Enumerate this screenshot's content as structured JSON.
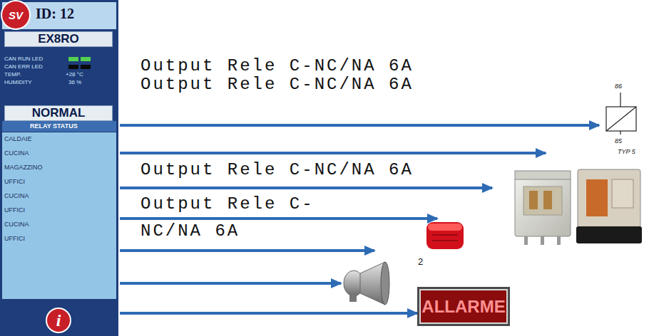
{
  "diagram": {
    "nodes": [
      {
        "text": [
          "SV",
          "ID: 12",
          "CAN RUN LED",
          "CAN ERR LED",
          "TEMP.",
          "+28 °C",
          "HUMIDITY",
          "36 %",
          "RELAY STATUS",
          "CALDAIE",
          "CUCINA",
          "MAGAZZINO",
          "UFFICI",
          "CUCINA",
          "UFFICI",
          "CUCINA",
          "UFFICI",
          "i"
        ]
      },
      {
        "text": [
          "EX8RO"
        ],
        "in": 0
      },
      {
        "text": [
          "NORMAL"
        ],
        "in": 0
      },
      {
        "text": [
          "ALLARME"
        ]
      }
    ],
    "edges": [
      {
        "from": 0,
        "to": 3,
        "arrow": "to"
      }
    ],
    "labels": [
      "Output Rele C-NC/NA 6A",
      "Output Rele C-NC/NA 6A",
      "Output Rele C-NC/NA 6A",
      "Output Rele C- NC/NA 6A",
      "86",
      "85",
      "TYP 5",
      "2"
    ]
  }
}
